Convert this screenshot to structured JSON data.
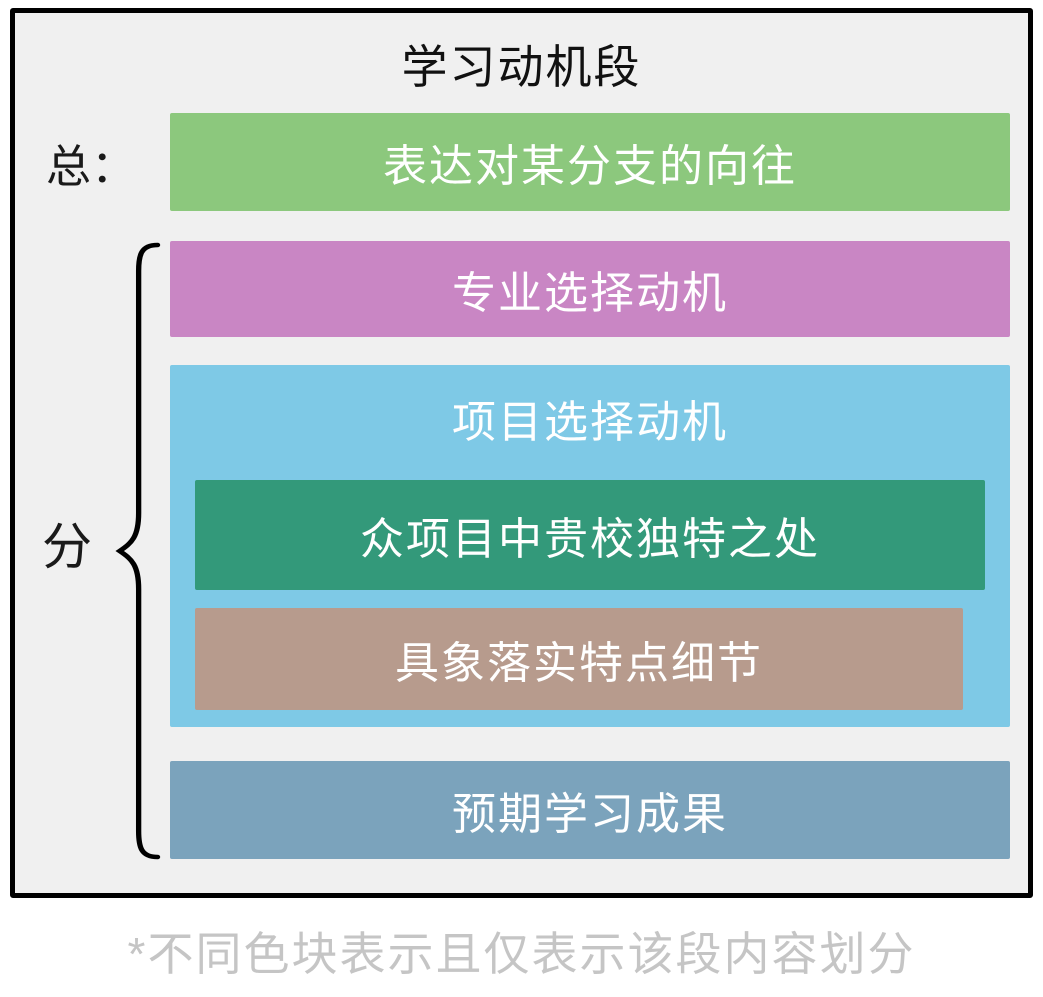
{
  "diagram": {
    "title": "学习动机段",
    "summary_label": "总：",
    "detail_label": "分",
    "blocks": {
      "branch_yearning": {
        "label": "表达对某分支的向往",
        "color": "#8cc87d"
      },
      "major_motivation": {
        "label": "专业选择动机",
        "color": "#c986c4"
      },
      "program_motivation": {
        "label": "项目选择动机",
        "color": "#7ec9e6"
      },
      "school_uniqueness": {
        "label": "众项目中贵校独特之处",
        "color": "#33997a"
      },
      "concrete_details": {
        "label": "具象落实特点细节",
        "color": "#b79b8d"
      },
      "expected_outcomes": {
        "label": "预期学习成果",
        "color": "#7ba3bc"
      }
    },
    "footnote": "*不同色块表示且仅表示该段内容划分",
    "colors": {
      "frame_background": "#f0f0f0",
      "frame_border": "#000000",
      "block_text": "#ffffff",
      "footnote_text": "#c5c5c5"
    }
  }
}
